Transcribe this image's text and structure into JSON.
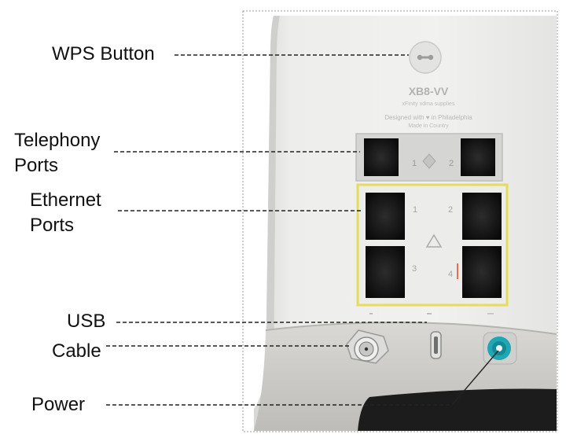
{
  "callouts": {
    "wps": "WPS Button",
    "telephony_line1": "Telephony",
    "telephony_line2": "Ports",
    "ethernet_line1": "Ethernet",
    "ethernet_line2": "Ports",
    "usb": "USB",
    "cable": "Cable",
    "power": "Power"
  },
  "device": {
    "model": "XB8-VV",
    "tagline": "xFinity xdma supplies",
    "made_line": "Designed with ♥ in Philadelphia",
    "made_line2": "Made in Country",
    "telephony_numbers": [
      "1",
      "2"
    ],
    "ethernet_numbers": [
      "1",
      "2",
      "3",
      "4"
    ]
  },
  "colors": {
    "ethernet_frame": "#e6dc5c",
    "power_port": "#1fa8b4",
    "body": "#ececec",
    "base": "#cfcfcd",
    "foot": "#1c1c1c"
  }
}
